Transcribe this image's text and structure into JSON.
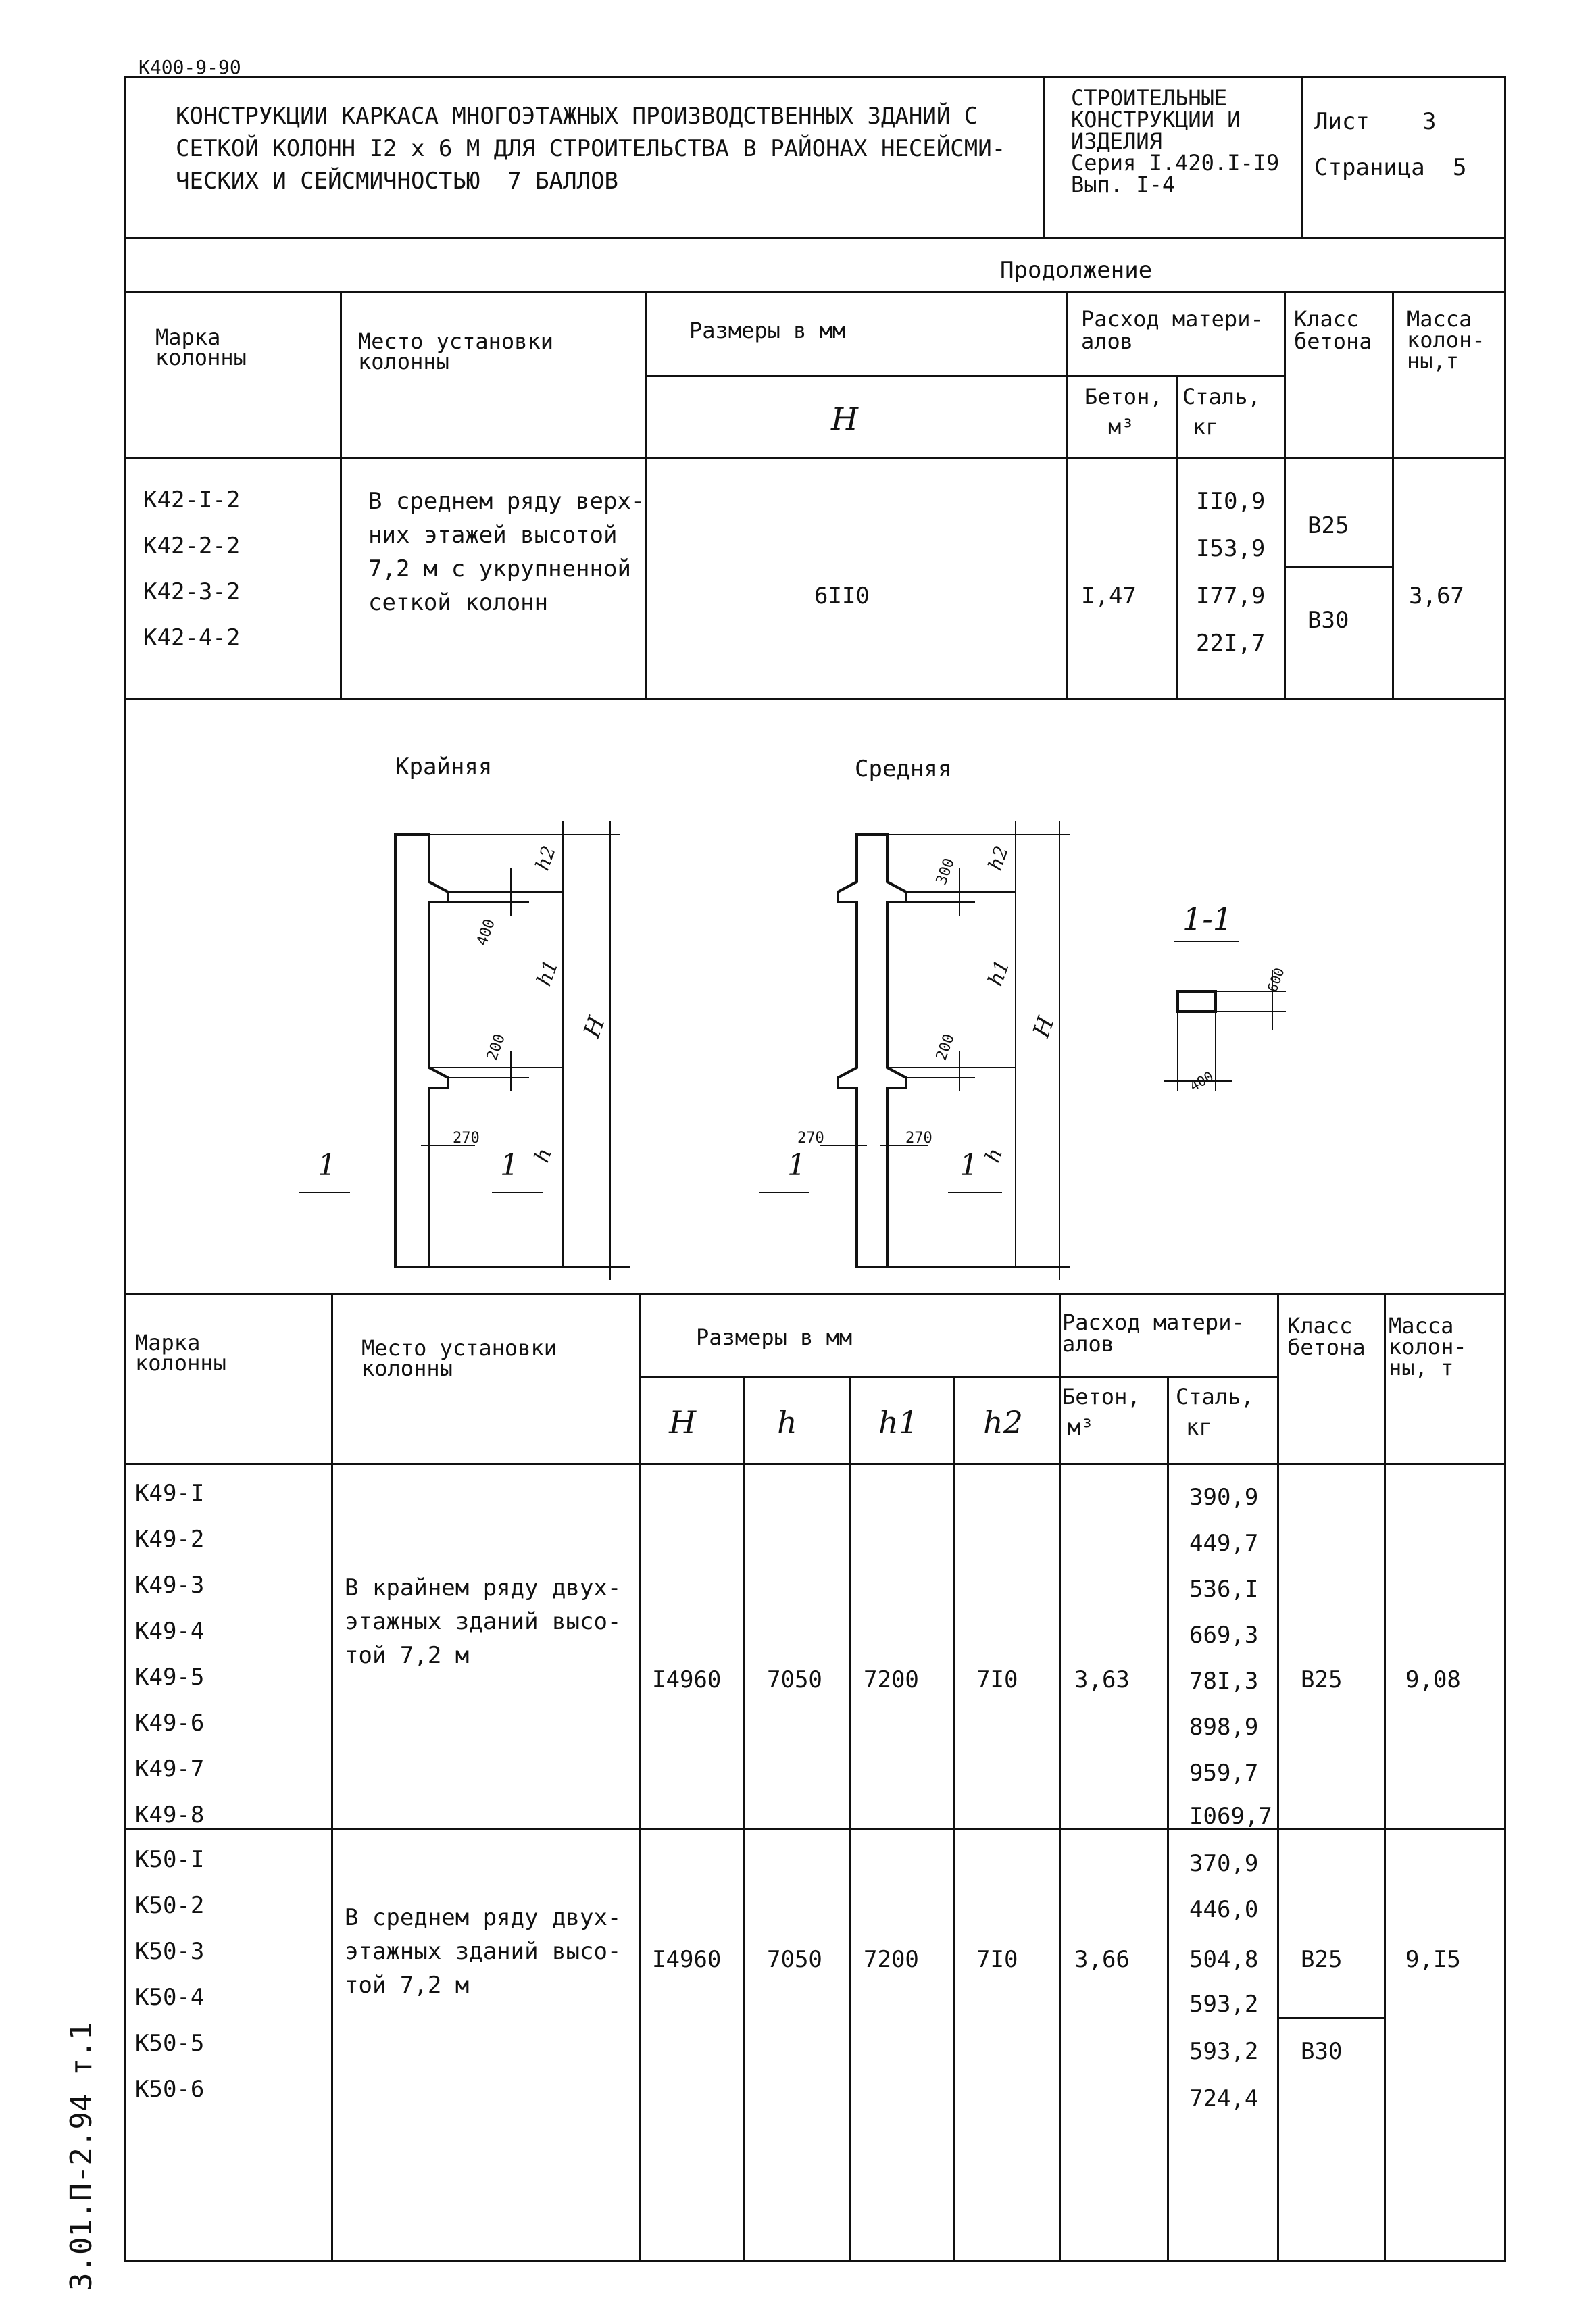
{
  "top_code": "К400-9-90",
  "side_stamp": "3.01.П-2.94 т.1",
  "title_block": {
    "title": "КОНСТРУКЦИИ КАРКАСА МНОГОЭТАЖНЫХ ПРОИЗВОДСТВЕННЫХ ЗДАНИЙ С СЕТКОЙ КОЛОНН I2 x 6 М ДЛЯ СТРОИТЕЛЬСТВА В РАЙОНАХ НЕСЕЙСМИ-ЧЕСКИХ И СЕЙСМИЧНОСТЬЮ  7 БАЛЛОВ",
    "title_lines": [
      "КОНСТРУКЦИИ КАРКАСА МНОГОЭТАЖНЫХ ПРОИЗВОДСТВЕННЫХ ЗДАНИЙ С",
      "СЕТКОЙ КОЛОНН I2 x 6 М ДЛЯ СТРОИТЕЛЬСТВА В РАЙОНАХ НЕСЕЙСМИ-",
      "ЧЕСКИХ И СЕЙСМИЧНОСТЬЮ  7 БАЛЛОВ"
    ],
    "series_lines": [
      "СТРОИТЕЛЬНЫЕ",
      "КОНСТРУКЦИИ И",
      "ИЗДЕЛИЯ",
      "Серия I.420.I-I9",
      "Вып. I-4"
    ],
    "sheet_label": "Лист",
    "sheet_value": "3",
    "page_label": "Страница",
    "page_value": "5"
  },
  "continuation": "Продолжение",
  "table1": {
    "headers": {
      "mark": [
        "Марка",
        "колонны"
      ],
      "place": [
        "Место установки",
        "колонны"
      ],
      "dims": "Размеры в мм",
      "dim_H": "H",
      "materials": [
        "Расход матери-",
        "алов"
      ],
      "concrete": [
        "Бетон,",
        "м³"
      ],
      "steel": [
        "Сталь,",
        "кг"
      ],
      "class": [
        "Класс",
        "бетона"
      ],
      "mass": [
        "Масса",
        "колон-",
        "ны,т"
      ]
    },
    "marks": [
      "К42-I-2",
      "К42-2-2",
      "К42-3-2",
      "К42-4-2"
    ],
    "place": [
      "В среднем ряду верх-",
      "них этажей высотой",
      "7,2 м с укрупненной",
      "сеткой колонн"
    ],
    "H": "6II0",
    "concrete": "I,47",
    "steel": [
      "II0,9",
      "I53,9",
      "I77,9",
      "22I,7"
    ],
    "class": [
      "В25",
      "В30"
    ],
    "mass": "3,67"
  },
  "drawing": {
    "left_title": "Крайняя",
    "right_title": "Средняя",
    "section_title": "1-1",
    "section_mark": "1",
    "dim_labels": {
      "h2": "h2",
      "h1": "h1",
      "h": "h",
      "H": "H",
      "d200": "200",
      "d270": "270",
      "d300": "300",
      "d400": "400",
      "d600": "600"
    }
  },
  "table2": {
    "headers": {
      "mark": [
        "Марка",
        "колонны"
      ],
      "place": [
        "Место установки",
        "колонны"
      ],
      "dims": "Размеры в мм",
      "dim_cols": [
        "H",
        "h",
        "h1",
        "h2"
      ],
      "materials": [
        "Расход матери-",
        "алов"
      ],
      "concrete": [
        "Бетон,",
        "м³"
      ],
      "steel": [
        "Сталь,",
        "кг"
      ],
      "class": [
        "Класс",
        "бетона"
      ],
      "mass": [
        "Масса",
        "колон-",
        "ны, т"
      ]
    },
    "group1": {
      "marks": [
        "К49-I",
        "К49-2",
        "К49-3",
        "К49-4",
        "К49-5",
        "К49-6",
        "К49-7",
        "К49-8"
      ],
      "place": [
        "В крайнем ряду двух-",
        "этажных зданий высо-",
        "той 7,2 м"
      ],
      "H": "I4960",
      "h": "7050",
      "h1": "7200",
      "h2": "7I0",
      "concrete": "3,63",
      "steel": [
        "390,9",
        "449,7",
        "536,I",
        "669,3",
        "78I,3",
        "898,9",
        "959,7",
        "I069,7"
      ],
      "class": "В25",
      "mass": "9,08"
    },
    "group2": {
      "marks": [
        "К50-I",
        "К50-2",
        "К50-3",
        "К50-4",
        "К50-5",
        "К50-6"
      ],
      "place": [
        "В среднем ряду двух-",
        "этажных зданий высо-",
        "той 7,2 м"
      ],
      "H": "I4960",
      "h": "7050",
      "h1": "7200",
      "h2": "7I0",
      "concrete": "3,66",
      "steel": [
        "370,9",
        "446,0",
        "504,8",
        "593,2",
        "593,2",
        "724,4"
      ],
      "class": [
        "В25",
        "В30"
      ],
      "mass": "9,I5"
    }
  }
}
